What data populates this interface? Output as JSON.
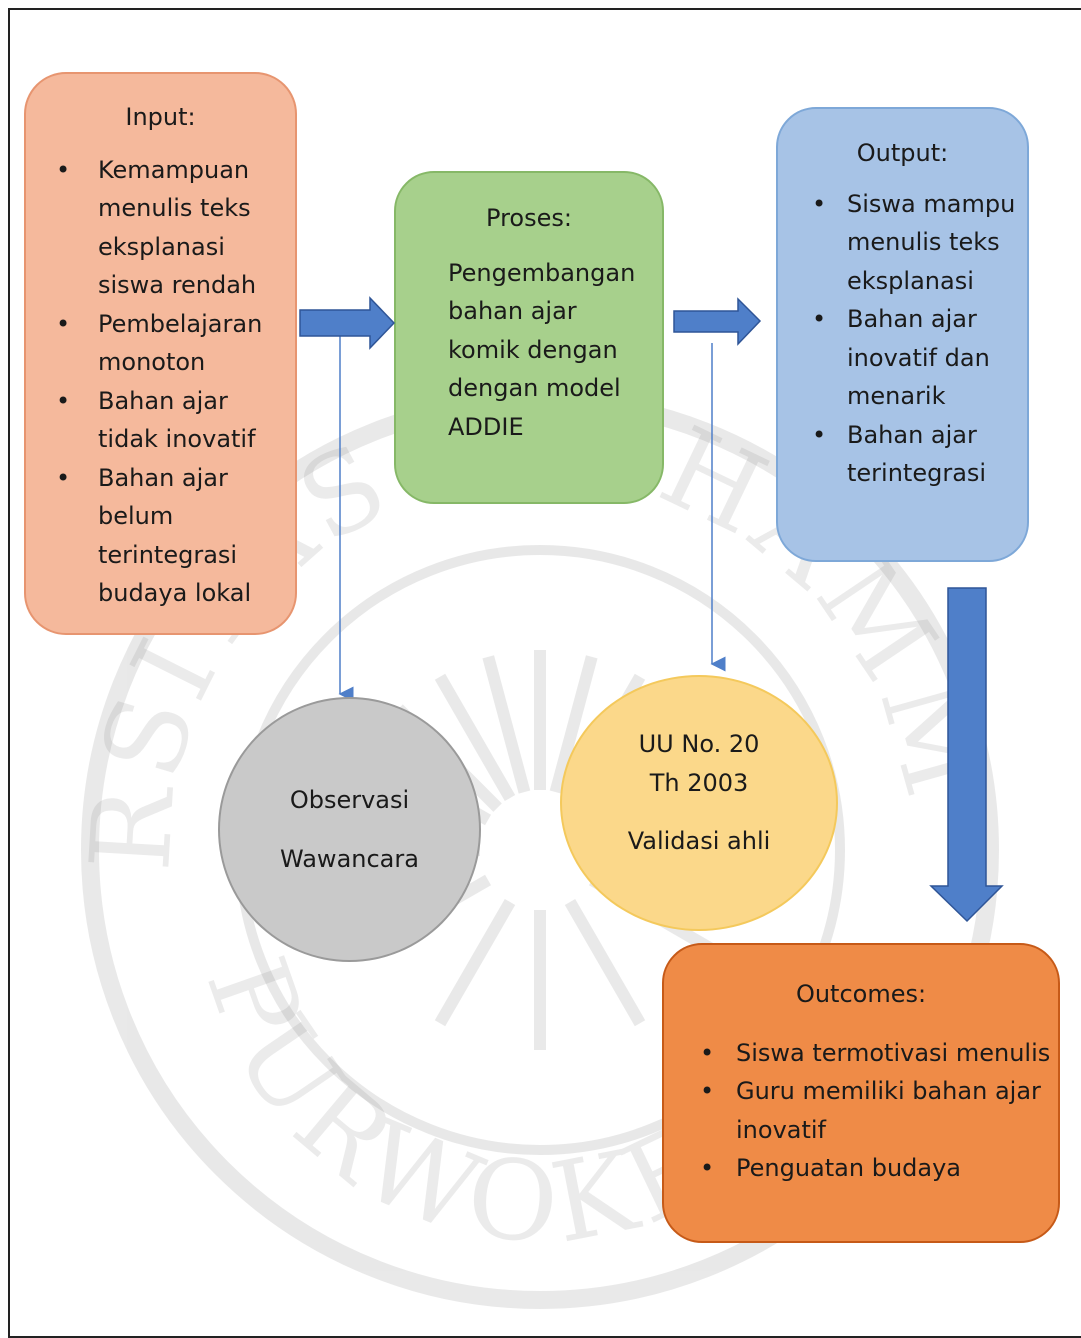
{
  "input": {
    "title": "Input:",
    "items": [
      "Kemampuan menulis teks eksplanasi siswa rendah",
      "Pembelajaran monoton",
      "Bahan ajar tidak inovatif",
      "Bahan ajar belum terintegrasi budaya lokal"
    ]
  },
  "proses": {
    "title": "Proses:",
    "text": "Pengembangan bahan ajar komik dengan dengan model ADDIE"
  },
  "output": {
    "title": "Output:",
    "items": [
      "Siswa mampu menulis teks eksplanasi",
      "Bahan ajar inovatif dan menarik",
      "Bahan ajar terintegrasi"
    ]
  },
  "outcomes": {
    "title": "Outcomes:",
    "items": [
      "Siswa termotivasi menulis",
      "Guru memiliki bahan ajar inovatif",
      "Penguatan budaya"
    ]
  },
  "circle_left": {
    "line1": "Observasi",
    "line2": "Wawancara"
  },
  "circle_right": {
    "line1": "UU No. 20",
    "line2": "Th 2003",
    "line3": "Validasi ahli"
  },
  "watermark": {
    "text_top": "UNIVERSITAS MUHAMMADIYAH",
    "text_bottom": "PURWOKERTO"
  },
  "colors": {
    "input_fill": "#f5b99c",
    "proses_fill": "#a7d08c",
    "output_fill": "#a7c3e6",
    "outcomes_fill": "#ef8b47",
    "circle_gray": "#c9c9c9",
    "circle_yellow": "#fbd88a",
    "arrow_blue": "#4f7fc9"
  }
}
